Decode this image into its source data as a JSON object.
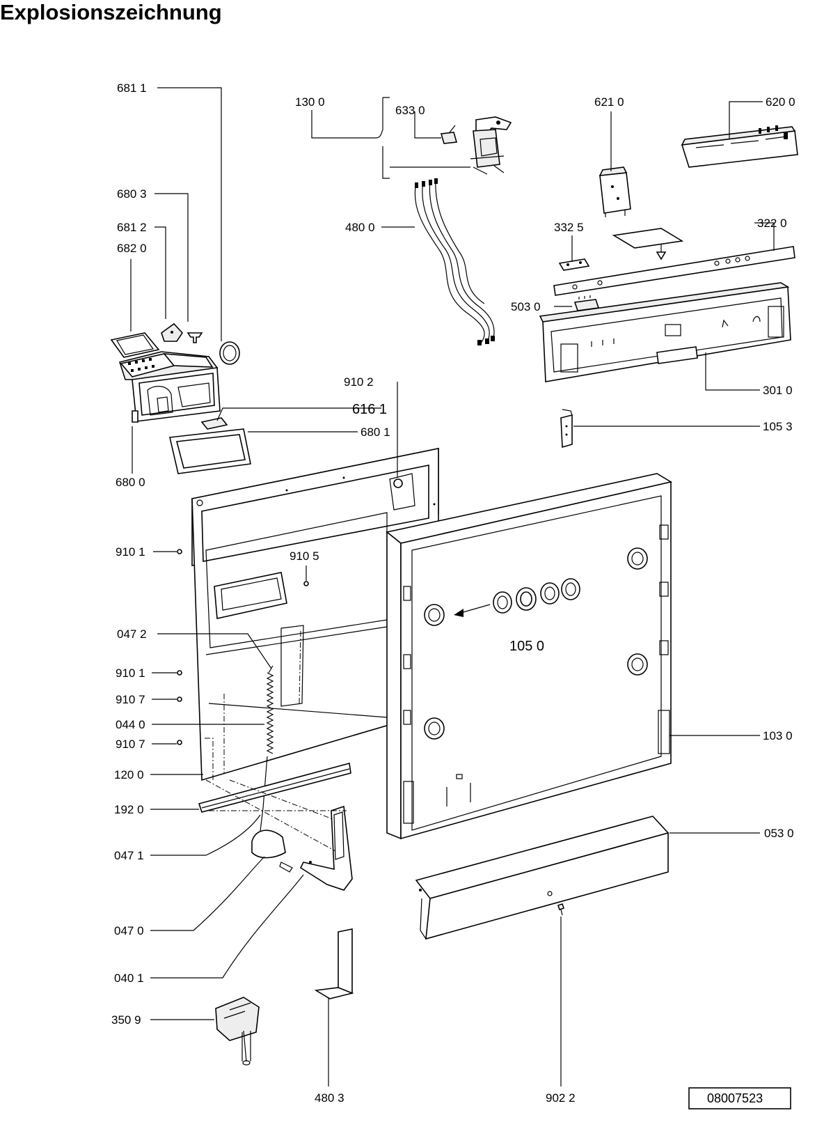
{
  "title": "Explosionszeichnung",
  "document_number": "08007523",
  "parts": {
    "p6811": "681 1",
    "p1300": "130 0",
    "p6330": "633 0",
    "p6210": "621 0",
    "p6200": "620 0",
    "p6803": "680 3",
    "p6812": "681 2",
    "p6820": "682 0",
    "p4800": "480 0",
    "p3325": "332 5",
    "p3220": "322  0",
    "p5030": "503  0",
    "p9102": "910 2",
    "p6161": "616 1",
    "p6801": "680 1",
    "p3010": "301 0",
    "p1053": "105 3",
    "p6800": "680 0",
    "p9101a": "910 1",
    "p9105": "910 5",
    "p0472": "047 2",
    "p1050": "105 0",
    "p9101b": "910 1",
    "p9107a": "910 7",
    "p0440": "044 0",
    "p9107b": "910 7",
    "p1030": "103 0",
    "p1200": "120 0",
    "p1920": "192 0",
    "p0530": "053 0",
    "p0471": "047 1",
    "p0470": "047 0",
    "p0401": "040 1",
    "p3509": "350 9",
    "p4803": "480 3",
    "p9022": "902 2"
  }
}
